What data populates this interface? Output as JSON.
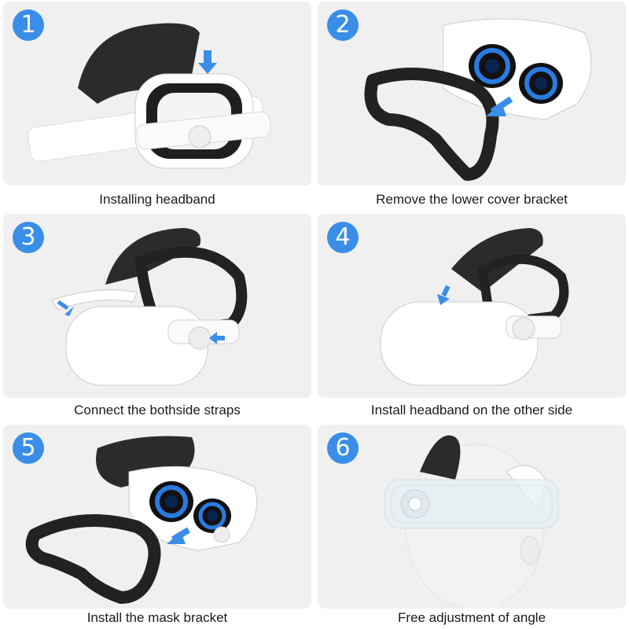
{
  "steps": [
    {
      "number": "1",
      "caption": "Installing headband"
    },
    {
      "number": "2",
      "caption": "Remove the lower cover bracket"
    },
    {
      "number": "3",
      "caption": "Connect the bothside straps"
    },
    {
      "number": "4",
      "caption": "Install headband on the other side"
    },
    {
      "number": "5",
      "caption": "Install the mask bracket"
    },
    {
      "number": "6",
      "caption": "Free adjustment of angle"
    }
  ],
  "colors": {
    "badge": "#3a8ee8",
    "arrow": "#3a8ee8",
    "panel": "#f0f0f0",
    "lens_ring": "#2a7be0"
  }
}
